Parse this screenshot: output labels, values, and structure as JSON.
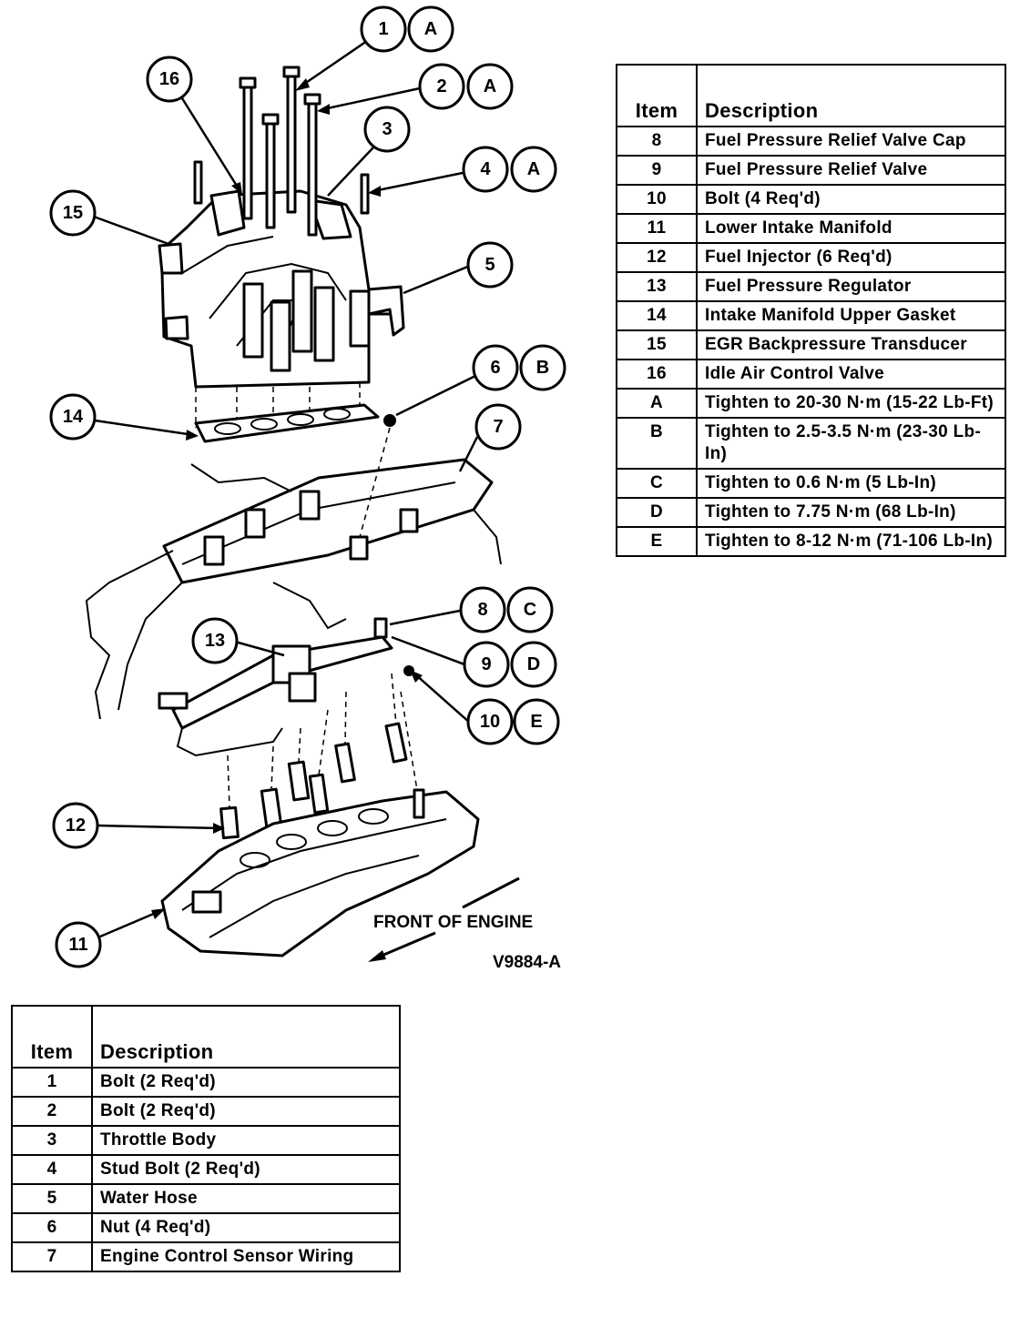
{
  "diagram": {
    "callouts": [
      {
        "id": "1",
        "letter": "A"
      },
      {
        "id": "2",
        "letter": "A"
      },
      {
        "id": "3"
      },
      {
        "id": "4",
        "letter": "A"
      },
      {
        "id": "5"
      },
      {
        "id": "6",
        "letter": "B"
      },
      {
        "id": "7"
      },
      {
        "id": "8",
        "letter": "C"
      },
      {
        "id": "9",
        "letter": "D"
      },
      {
        "id": "10",
        "letter": "E"
      },
      {
        "id": "11"
      },
      {
        "id": "12"
      },
      {
        "id": "13"
      },
      {
        "id": "14"
      },
      {
        "id": "15"
      },
      {
        "id": "16"
      }
    ],
    "front_label": "FRONT OF ENGINE",
    "figure_code": "V9884-A"
  },
  "table_right": {
    "header_item": "Item",
    "header_description": "Description",
    "rows": [
      {
        "item": "8",
        "description": "Fuel Pressure Relief Valve Cap"
      },
      {
        "item": "9",
        "description": "Fuel Pressure Relief Valve"
      },
      {
        "item": "10",
        "description": "Bolt (4 Req'd)"
      },
      {
        "item": "11",
        "description": "Lower Intake Manifold"
      },
      {
        "item": "12",
        "description": "Fuel Injector (6 Req'd)"
      },
      {
        "item": "13",
        "description": "Fuel Pressure Regulator"
      },
      {
        "item": "14",
        "description": "Intake Manifold Upper Gasket"
      },
      {
        "item": "15",
        "description": "EGR Backpressure Transducer"
      },
      {
        "item": "16",
        "description": "Idle Air Control Valve"
      },
      {
        "item": "A",
        "description": "Tighten to 20-30 N·m (15-22 Lb-Ft)"
      },
      {
        "item": "B",
        "description": "Tighten to 2.5-3.5 N·m (23-30 Lb-In)"
      },
      {
        "item": "C",
        "description": "Tighten to 0.6 N·m (5 Lb-In)"
      },
      {
        "item": "D",
        "description": "Tighten to 7.75 N·m (68 Lb-In)"
      },
      {
        "item": "E",
        "description": "Tighten to 8-12 N·m (71-106 Lb-In)"
      }
    ]
  },
  "table_bottom": {
    "header_item": "Item",
    "header_description": "Description",
    "rows": [
      {
        "item": "1",
        "description": "Bolt (2 Req'd)"
      },
      {
        "item": "2",
        "description": "Bolt (2 Req'd)"
      },
      {
        "item": "3",
        "description": "Throttle Body"
      },
      {
        "item": "4",
        "description": "Stud Bolt (2 Req'd)"
      },
      {
        "item": "5",
        "description": "Water Hose"
      },
      {
        "item": "6",
        "description": "Nut (4 Req'd)"
      },
      {
        "item": "7",
        "description": "Engine Control Sensor Wiring"
      }
    ]
  }
}
